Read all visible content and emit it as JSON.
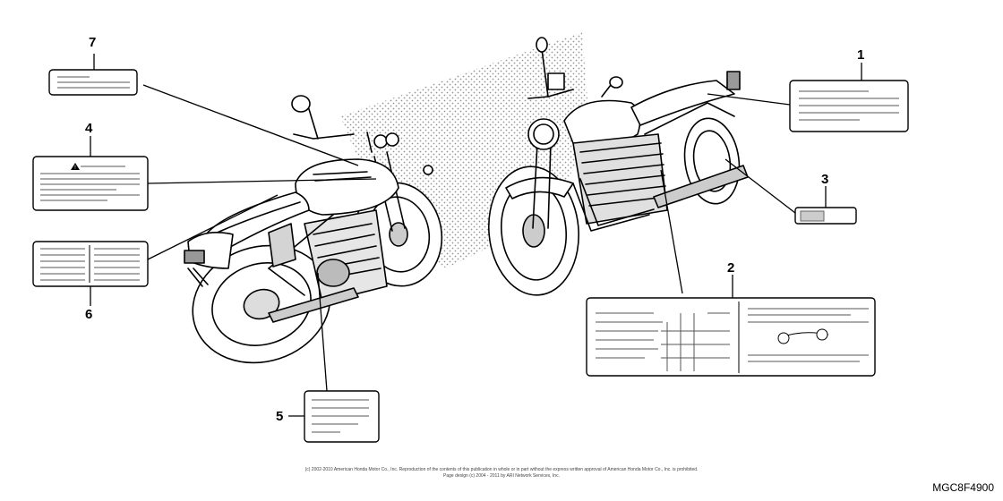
{
  "callouts": {
    "n1": "1",
    "n2": "2",
    "n3": "3",
    "n4": "4",
    "n5": "5",
    "n6": "6",
    "n7": "7"
  },
  "footer": {
    "line1": "(c) 2002-2010 American Honda Motor Co., Inc. Reproduction of the contents of this publication in whole or in part without the express written approval of American Honda Motor Co., Inc. is prohibited.",
    "line2": "Page design (c) 2004 - 2011 by ARI Network Services, Inc."
  },
  "diagram_code": "MGC8F4900",
  "icons": {
    "warning": "warning-triangle-icon",
    "motorcycle": "motorcycle-illustration"
  },
  "colors": {
    "ink": "#000000",
    "paper": "#ffffff",
    "stipple": "#9a9a9a"
  }
}
